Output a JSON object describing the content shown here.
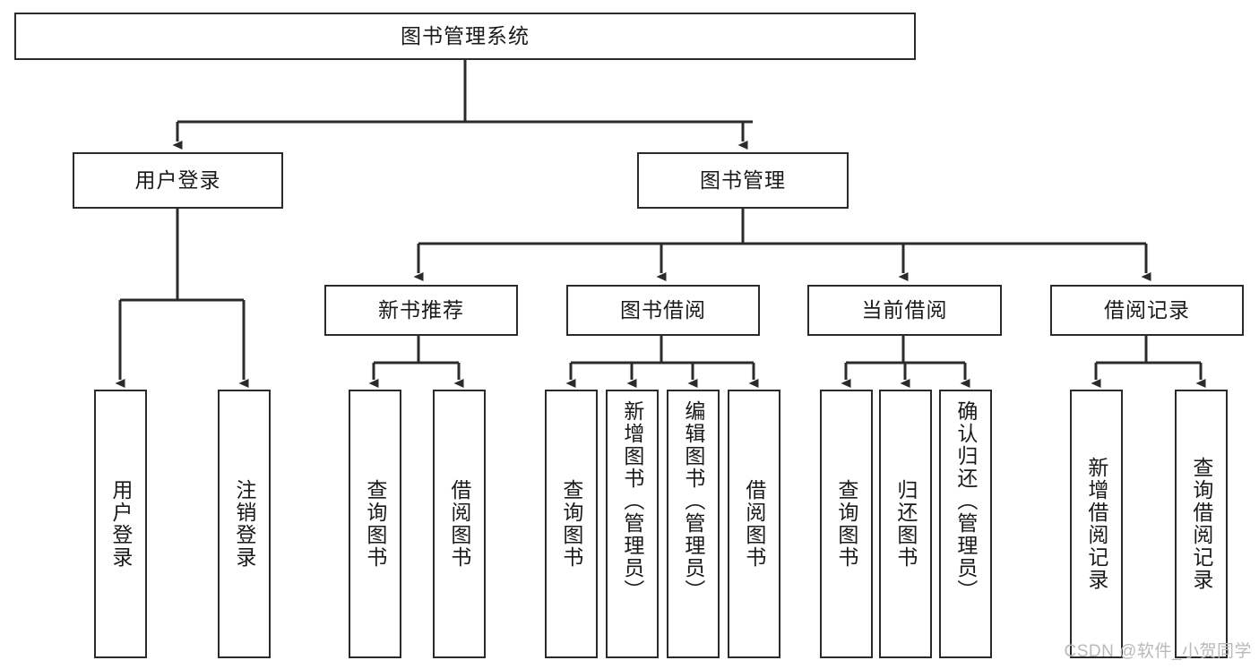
{
  "diagram": {
    "title": "图书管理系统",
    "watermark": "CSDN @软件_小贺同学",
    "line_color": "#2b2b2b",
    "box_fill": "#ffffff",
    "text_color": "#1a1a1a",
    "watermark_color": "#b9b9b9"
  },
  "root": {
    "label": "图书管理系统"
  },
  "level2": [
    {
      "label": "用户登录"
    },
    {
      "label": "图书管理"
    }
  ],
  "level3": [
    {
      "label": "新书推荐"
    },
    {
      "label": "图书借阅"
    },
    {
      "label": "当前借阅"
    },
    {
      "label": "借阅记录"
    }
  ],
  "leaves": {
    "user_login": [
      {
        "label": "用户登录"
      },
      {
        "label": "注销登录"
      }
    ],
    "new_book": [
      {
        "label": "查询图书"
      },
      {
        "label": "借阅图书"
      }
    ],
    "book_borrow": [
      {
        "label": "查询图书"
      },
      {
        "label": "新增图书（管理员）"
      },
      {
        "label": "编辑图书（管理员）"
      },
      {
        "label": "借阅图书"
      }
    ],
    "current_borrow": [
      {
        "label": "查询图书"
      },
      {
        "label": "归还图书"
      },
      {
        "label": "确认归还（管理员）"
      }
    ],
    "borrow_record": [
      {
        "label": "新增借阅记录"
      },
      {
        "label": "查询借阅记录"
      }
    ]
  }
}
